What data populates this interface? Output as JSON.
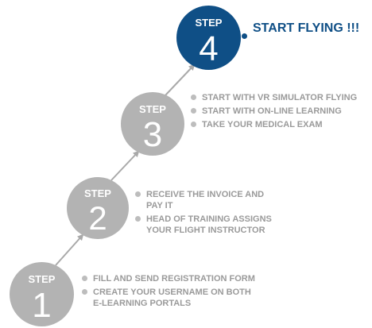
{
  "colors": {
    "grey_circle": "#b3b3b3",
    "blue_circle": "#0f4f86",
    "text_grey": "#9a9a9a",
    "arrow": "#a9a9a9"
  },
  "steps": [
    {
      "keyword": "STEP",
      "number": "1",
      "items": [
        "FILL AND SEND REGISTRATION FORM",
        "CREATE YOUR USERNAME ON BOTH E-LEARNING PORTALS"
      ]
    },
    {
      "keyword": "STEP",
      "number": "2",
      "items": [
        "RECEIVE THE INVOICE AND PAY IT",
        "HEAD OF TRAINING ASSIGNS YOUR FLIGHT INSTRUCTOR"
      ]
    },
    {
      "keyword": "STEP",
      "number": "3",
      "items": [
        "START WITH VR SIMULATOR FLYING",
        "START WITH ON-LINE LEARNING",
        "TAKE YOUR MEDICAL EXAM"
      ]
    },
    {
      "keyword": "STEP",
      "number": "4",
      "items": [
        "START FLYING !!!"
      ]
    }
  ]
}
